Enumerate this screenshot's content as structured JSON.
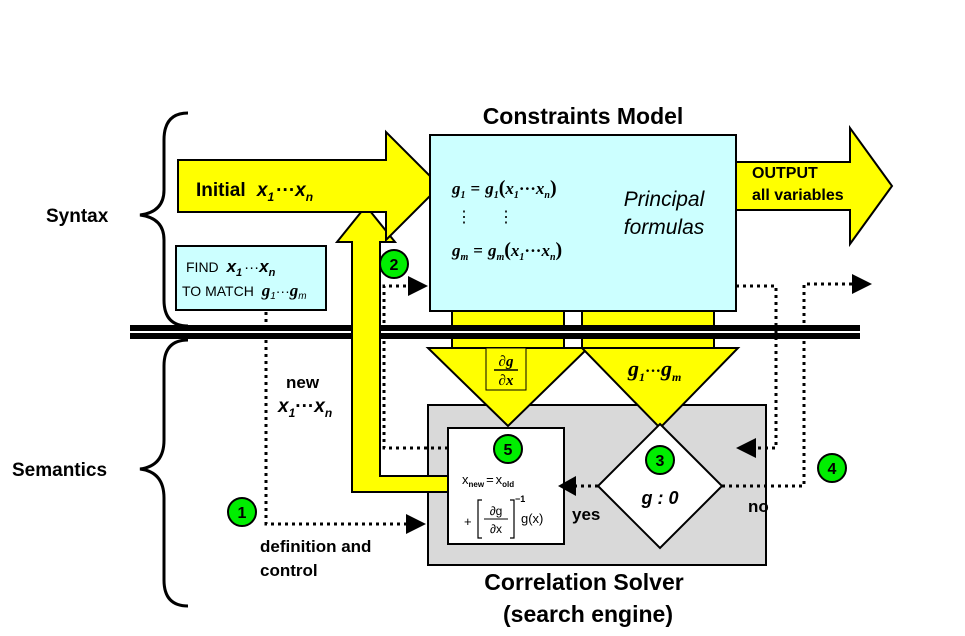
{
  "labels": {
    "syntax": "Syntax",
    "semantics": "Semantics",
    "constraints_title": "Constraints Model",
    "solver_title_1": "Correlation Solver",
    "solver_title_2": "(search engine)",
    "initial_word": "Initial",
    "x_seq": "x",
    "sub1": "1",
    "subn": "n",
    "cdots": "···",
    "output_1": "OUTPUT",
    "output_2": "all variables",
    "find_word": "FIND",
    "to_match": "TO MATCH",
    "g_seq": "g",
    "subm": "m",
    "principal_1": "Principal",
    "principal_2": "formulas",
    "new_word": "new",
    "definition_1": "definition and",
    "definition_2": "control",
    "yes": "yes",
    "no": "no",
    "condition": "g : 0",
    "eq_g": "g",
    "eq_eq": "=",
    "vdots": "⋮",
    "partial": "∂",
    "xnew_x": "x",
    "xnew_sub": "new",
    "xold_sub": "old",
    "plus": "+",
    "minus_one": "−1",
    "gx": "g(x)",
    "steps": [
      "1",
      "2",
      "3",
      "4",
      "5"
    ]
  },
  "colors": {
    "yellow_arrow": "#ffff00",
    "model_box": "#ccffff",
    "solver_box": "#d9d9d9",
    "step_badge": "#00ee00",
    "divider": "#000000"
  }
}
